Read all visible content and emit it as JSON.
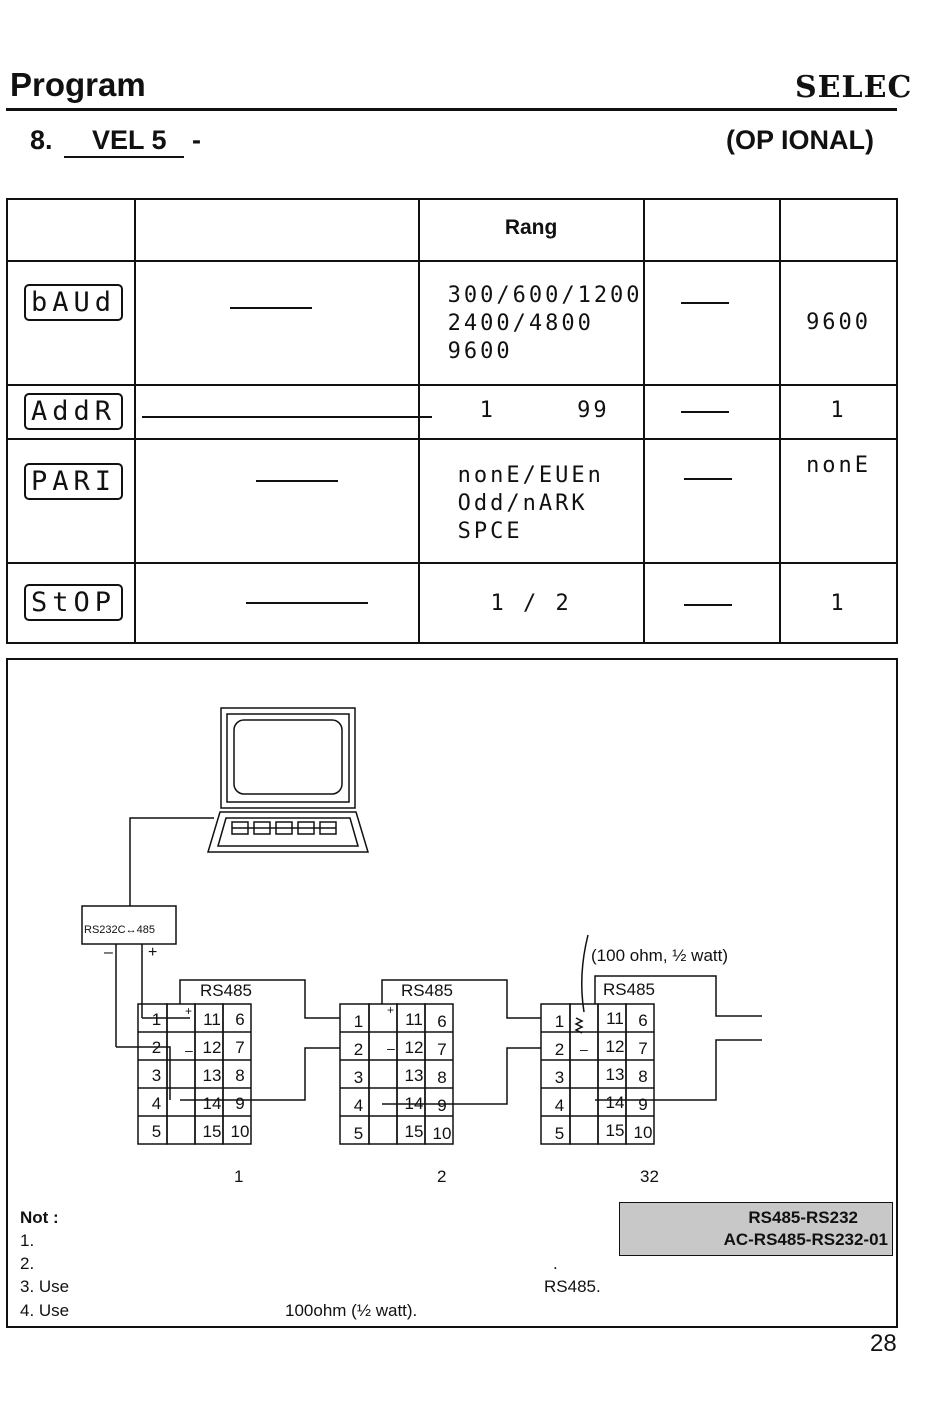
{
  "header": {
    "title": "Program",
    "brand": "SELEC"
  },
  "section": {
    "number": "8.",
    "level": "VEL  5",
    "dash": "-",
    "optional": "(OP   IONAL)"
  },
  "table": {
    "range_header": "Rang",
    "rows": [
      {
        "display": "bAUd",
        "range_lines": [
          "300/600/1200",
          "2400/4800",
          "9600"
        ],
        "default": "9600"
      },
      {
        "display": "AddR",
        "range_lines": [
          "1     99"
        ],
        "default": "1"
      },
      {
        "display": "PARI",
        "range_lines": [
          "nonE/EUEn",
          "Odd/nARK",
          "SPCE"
        ],
        "default": "nonE"
      },
      {
        "display": "StOP",
        "range_lines": [
          "1 / 2"
        ],
        "default": "1"
      }
    ]
  },
  "diagram": {
    "converter_label": "RS232C↔485",
    "minus": "–",
    "plus": "+",
    "resistor_label": "(100 ohm, ½ watt)",
    "unit_label": "RS485",
    "terminals_left": [
      "1",
      "2",
      "3",
      "4",
      "5"
    ],
    "terminals_mid": [
      "11",
      "12",
      "13",
      "14",
      "15"
    ],
    "terminals_right": [
      "6",
      "7",
      "8",
      "9",
      "10"
    ],
    "unit_numbers": [
      "1",
      "2",
      "32"
    ]
  },
  "notes": {
    "heading": "Not  :",
    "items": [
      "1.",
      "2.",
      "3. Use",
      "4. Use"
    ],
    "item2_tail": ".",
    "item3_tail": "RS485.",
    "item4_tail": "100ohm (½ watt).",
    "box_line1": "RS485-RS232",
    "box_line2": "AC-RS485-RS232-01"
  },
  "page_number": "28"
}
